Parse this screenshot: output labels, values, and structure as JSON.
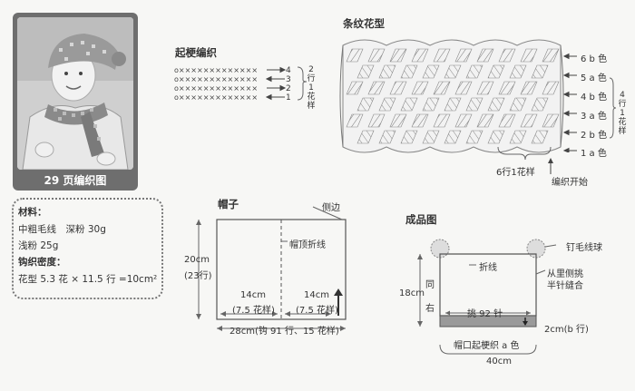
{
  "card": {
    "title": "29 页编织图"
  },
  "info": {
    "material_heading": "材料：",
    "material_line1": "中粗毛线　深粉 30g",
    "material_line2": "浅粉 25g",
    "gauge_heading": "钩织密度：",
    "gauge_line": "花型 5.3 花 × 11.5 行 =10cm²"
  },
  "foundation": {
    "title": "起梗编织",
    "row_numbers": [
      "4",
      "3",
      "2",
      "1"
    ],
    "repeat_label": "2行1花样"
  },
  "stripe": {
    "title": "条纹花型",
    "color_labels": [
      "6 b 色",
      "5 a 色",
      "4 b 色",
      "3 a 色",
      "2 b 色",
      "1 a 色"
    ],
    "repeat_rows": "4行1花样",
    "bottom_repeat": "6行1花样",
    "start_label": "编织开始"
  },
  "hat": {
    "title": "帽子",
    "side_label": "侧边",
    "fold_label": "帽顶折线",
    "height_label": "20cm",
    "height_rows": "(23行)",
    "left_width": "14cm",
    "left_pattern": "(7.5 花样)",
    "right_width": "14cm",
    "right_pattern": "(7.5 花样)",
    "bottom_label": "28cm(钩 91 行、15 花样)"
  },
  "finished": {
    "title": "成品图",
    "pompom_label": "钉毛线球",
    "fold_label": "折线",
    "join_label_1": "从里侧挑",
    "join_label_2": "半针缝合",
    "same_label_1": "同",
    "same_label_2": "右",
    "height_label": "18cm",
    "pick_label": "挑 92 针",
    "band_label": "2cm(b 行)",
    "start_label": "帽口起梗织 a 色",
    "width_label": "40cm"
  }
}
